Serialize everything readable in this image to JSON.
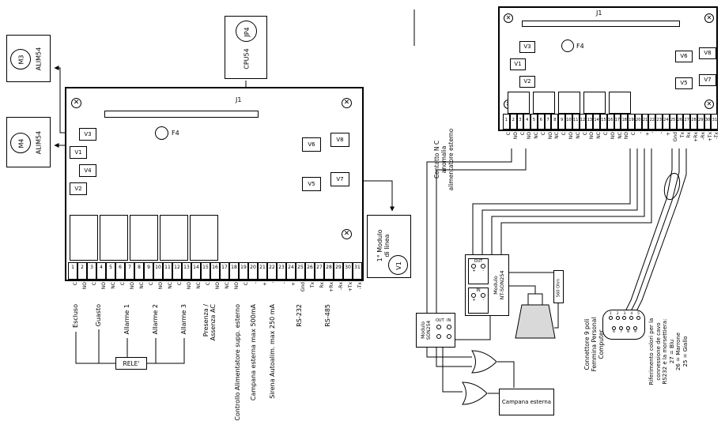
{
  "diagram": {
    "left_board": {
      "j1": "J1",
      "f4": "F4",
      "v_left": [
        "V3",
        "V1",
        "V4",
        "V2"
      ],
      "v_right": [
        "V6",
        "V8",
        "V5",
        "V7"
      ],
      "terminal_numbers": [
        "1",
        "2",
        "3",
        "4",
        "5",
        "6",
        "7",
        "8",
        "9",
        "10",
        "11",
        "12",
        "13",
        "14",
        "15",
        "16",
        "17",
        "18",
        "19",
        "20",
        "21",
        "22",
        "23",
        "24",
        "25",
        "26",
        "27",
        "28",
        "29",
        "30",
        "31"
      ],
      "terminal_labels": [
        "C",
        "NO",
        "C",
        "NO",
        "NC",
        "C",
        "NO",
        "NC",
        "C",
        "NO",
        "NC",
        "C",
        "NO",
        "NC",
        "C",
        "NO",
        "NC",
        "NO",
        "C",
        "-",
        "+",
        "'",
        "-",
        "+",
        "Gnd",
        "Tx",
        "Rx",
        "+Rx",
        "-Rx",
        "+Tx",
        "-Tx"
      ],
      "bottom_labels": [
        "Escluso",
        "Guasto",
        "Allarme 1",
        "Allarme 2",
        "Allarme 3",
        "Presenza /\nAssenza AC",
        "Controllo Alimentatore supp. esterno",
        "Campana esterna max 500mA",
        "Sirena Autoalim. max 250 mA",
        "RS-232",
        "RS-485"
      ],
      "rele": "RELE'"
    },
    "external_left": {
      "alim_m3": {
        "label": "ALIM54",
        "circle": "M3"
      },
      "alim_m4": {
        "label": "ALIM54",
        "circle": "M4"
      },
      "cpu": {
        "label": "CPU54",
        "circle": "JP4"
      },
      "line_module": {
        "label": "1° Modulo\ndi linea",
        "circle": "V1"
      }
    },
    "right_board": {
      "j1": "J1",
      "f4": "F4",
      "v_left": [
        "V3",
        "V1",
        "V2"
      ],
      "v_right": [
        "V6",
        "V8",
        "V5",
        "V7"
      ],
      "terminal_numbers": [
        "1",
        "2",
        "3",
        "4",
        "5",
        "6",
        "7",
        "8",
        "9",
        "10",
        "11",
        "12",
        "13",
        "14",
        "15",
        "16",
        "17",
        "18",
        "19",
        "20",
        "21",
        "22",
        "23",
        "24",
        "25",
        "26",
        "27",
        "28",
        "29",
        "30",
        "31"
      ],
      "terminal_labels": [
        "C",
        "NO",
        "C",
        "NO",
        "NC",
        "C",
        "NO",
        "NC",
        "C",
        "NO",
        "NC",
        "C",
        "NO",
        "NC",
        "C",
        "NO",
        "NC",
        "NO",
        "C",
        "-",
        "+",
        "'",
        "-",
        "+",
        "Gnd",
        "Tx",
        "Rx",
        "+Rx",
        "-Rx",
        "+Tx",
        "-Tx"
      ]
    },
    "right_annotations": {
      "nc_note": "Contatto N C\nanomalia\nalimentatore esterno",
      "module_nt": {
        "title": "Modulo\nNT-SON254",
        "out": "OUT",
        "in": "IN",
        "terminals": [
          "+",
          "-",
          "+",
          "-"
        ]
      },
      "module_son": {
        "title": "Modulo\nSON254",
        "out": "OUT",
        "in": "IN"
      },
      "resistor": "560 Ohm",
      "campana": "Campana esterna",
      "connector_note": "Connettore 9 poli\nFemmina Personal\nComputer",
      "pins_top": [
        "1",
        "2",
        "3",
        "4",
        "5"
      ],
      "pins_bottom": [
        "6",
        "7",
        "8",
        "9"
      ],
      "color_note": "Riferimento colori per la\nconnessione de cavo\nRS232 e la morsettiera:\n27 = Blu\n26 = Marrone\n25 = Giallo"
    }
  }
}
